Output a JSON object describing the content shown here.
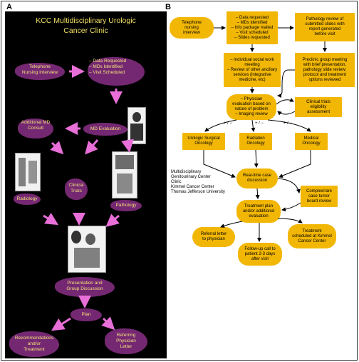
{
  "labels": {
    "a": "A",
    "b": "B"
  },
  "panel_a": {
    "title_line1": "KCC Multidisciplinary Urologic",
    "title_line2": "Cancer Clinic",
    "telephone": "Telephone\nNursing Interview",
    "data_requested": "– Data Requested\n– MDs Identified\n– Visit Scheduled",
    "additional_md": "Additional MD\nConsult",
    "md_eval": "MD Evaluation",
    "radiology": "Radiology",
    "clinical_trials": "Clinical\nTrials",
    "pathology": "Pathology",
    "presentation": "Presentation and\nGroup Discussion",
    "plan": "Plan",
    "recommendations": "Recommendations\nand/or\nTreatment",
    "referring": "Referring\nPhysician\nLetter"
  },
  "panel_b": {
    "telephone": "Telephone\nnursing\ninterview",
    "data": "– Data requested\n– MDs identified\n– Info package mailed\n– Visit scheduled\n– Slides requested",
    "pathology_review": "Pathology review of\nsubmitted slides with\nreport generated\nbefore visit",
    "social": "– Individual social work\nmeeting\n– Review of other ancillary\nservices (integrative\nmedicine, etc)",
    "preclinic": "Preclinic group meeting\nwith brief presentation,\npathology slide review;\nprotocol and treatment\noptions reviewed",
    "physician_eval": "– Physician\nevaluation based on\nnature of problem\n– Imaging review",
    "trials_assess": "Clinical trials\neligibility\nassessment",
    "pm1": "+ / −",
    "pm2": "+ / −",
    "pm3": "+ / −",
    "urologic": "Urologic Surgical\nOncology",
    "radiation": "Radiation\nOncology",
    "medical": "Medical\nOncology",
    "center_text": "Multidisciplinary\nGenitourinary Center\nClinic\nKimmel Cancer Center\nThomas Jefferson University",
    "realtime": "Real-time case\ndiscussion",
    "complex": "Complex/rare\ncase tumor\nboard review",
    "treatment_plan": "Treatment plan\nand/or additional\nevaluation",
    "referral": "Referral letter\nto physician",
    "followup": "Follow-up call to\npatient 2-3 days\nafter visit",
    "treatment_sched": "Treatment\nscheduled at Kimmel\nCancer Center"
  },
  "colors": {
    "node": "#f2b705",
    "panel_bg": "#000000",
    "smear": "#7b2a78",
    "arrow_a": "#e86fd8",
    "text_a": "#f2e27a"
  }
}
